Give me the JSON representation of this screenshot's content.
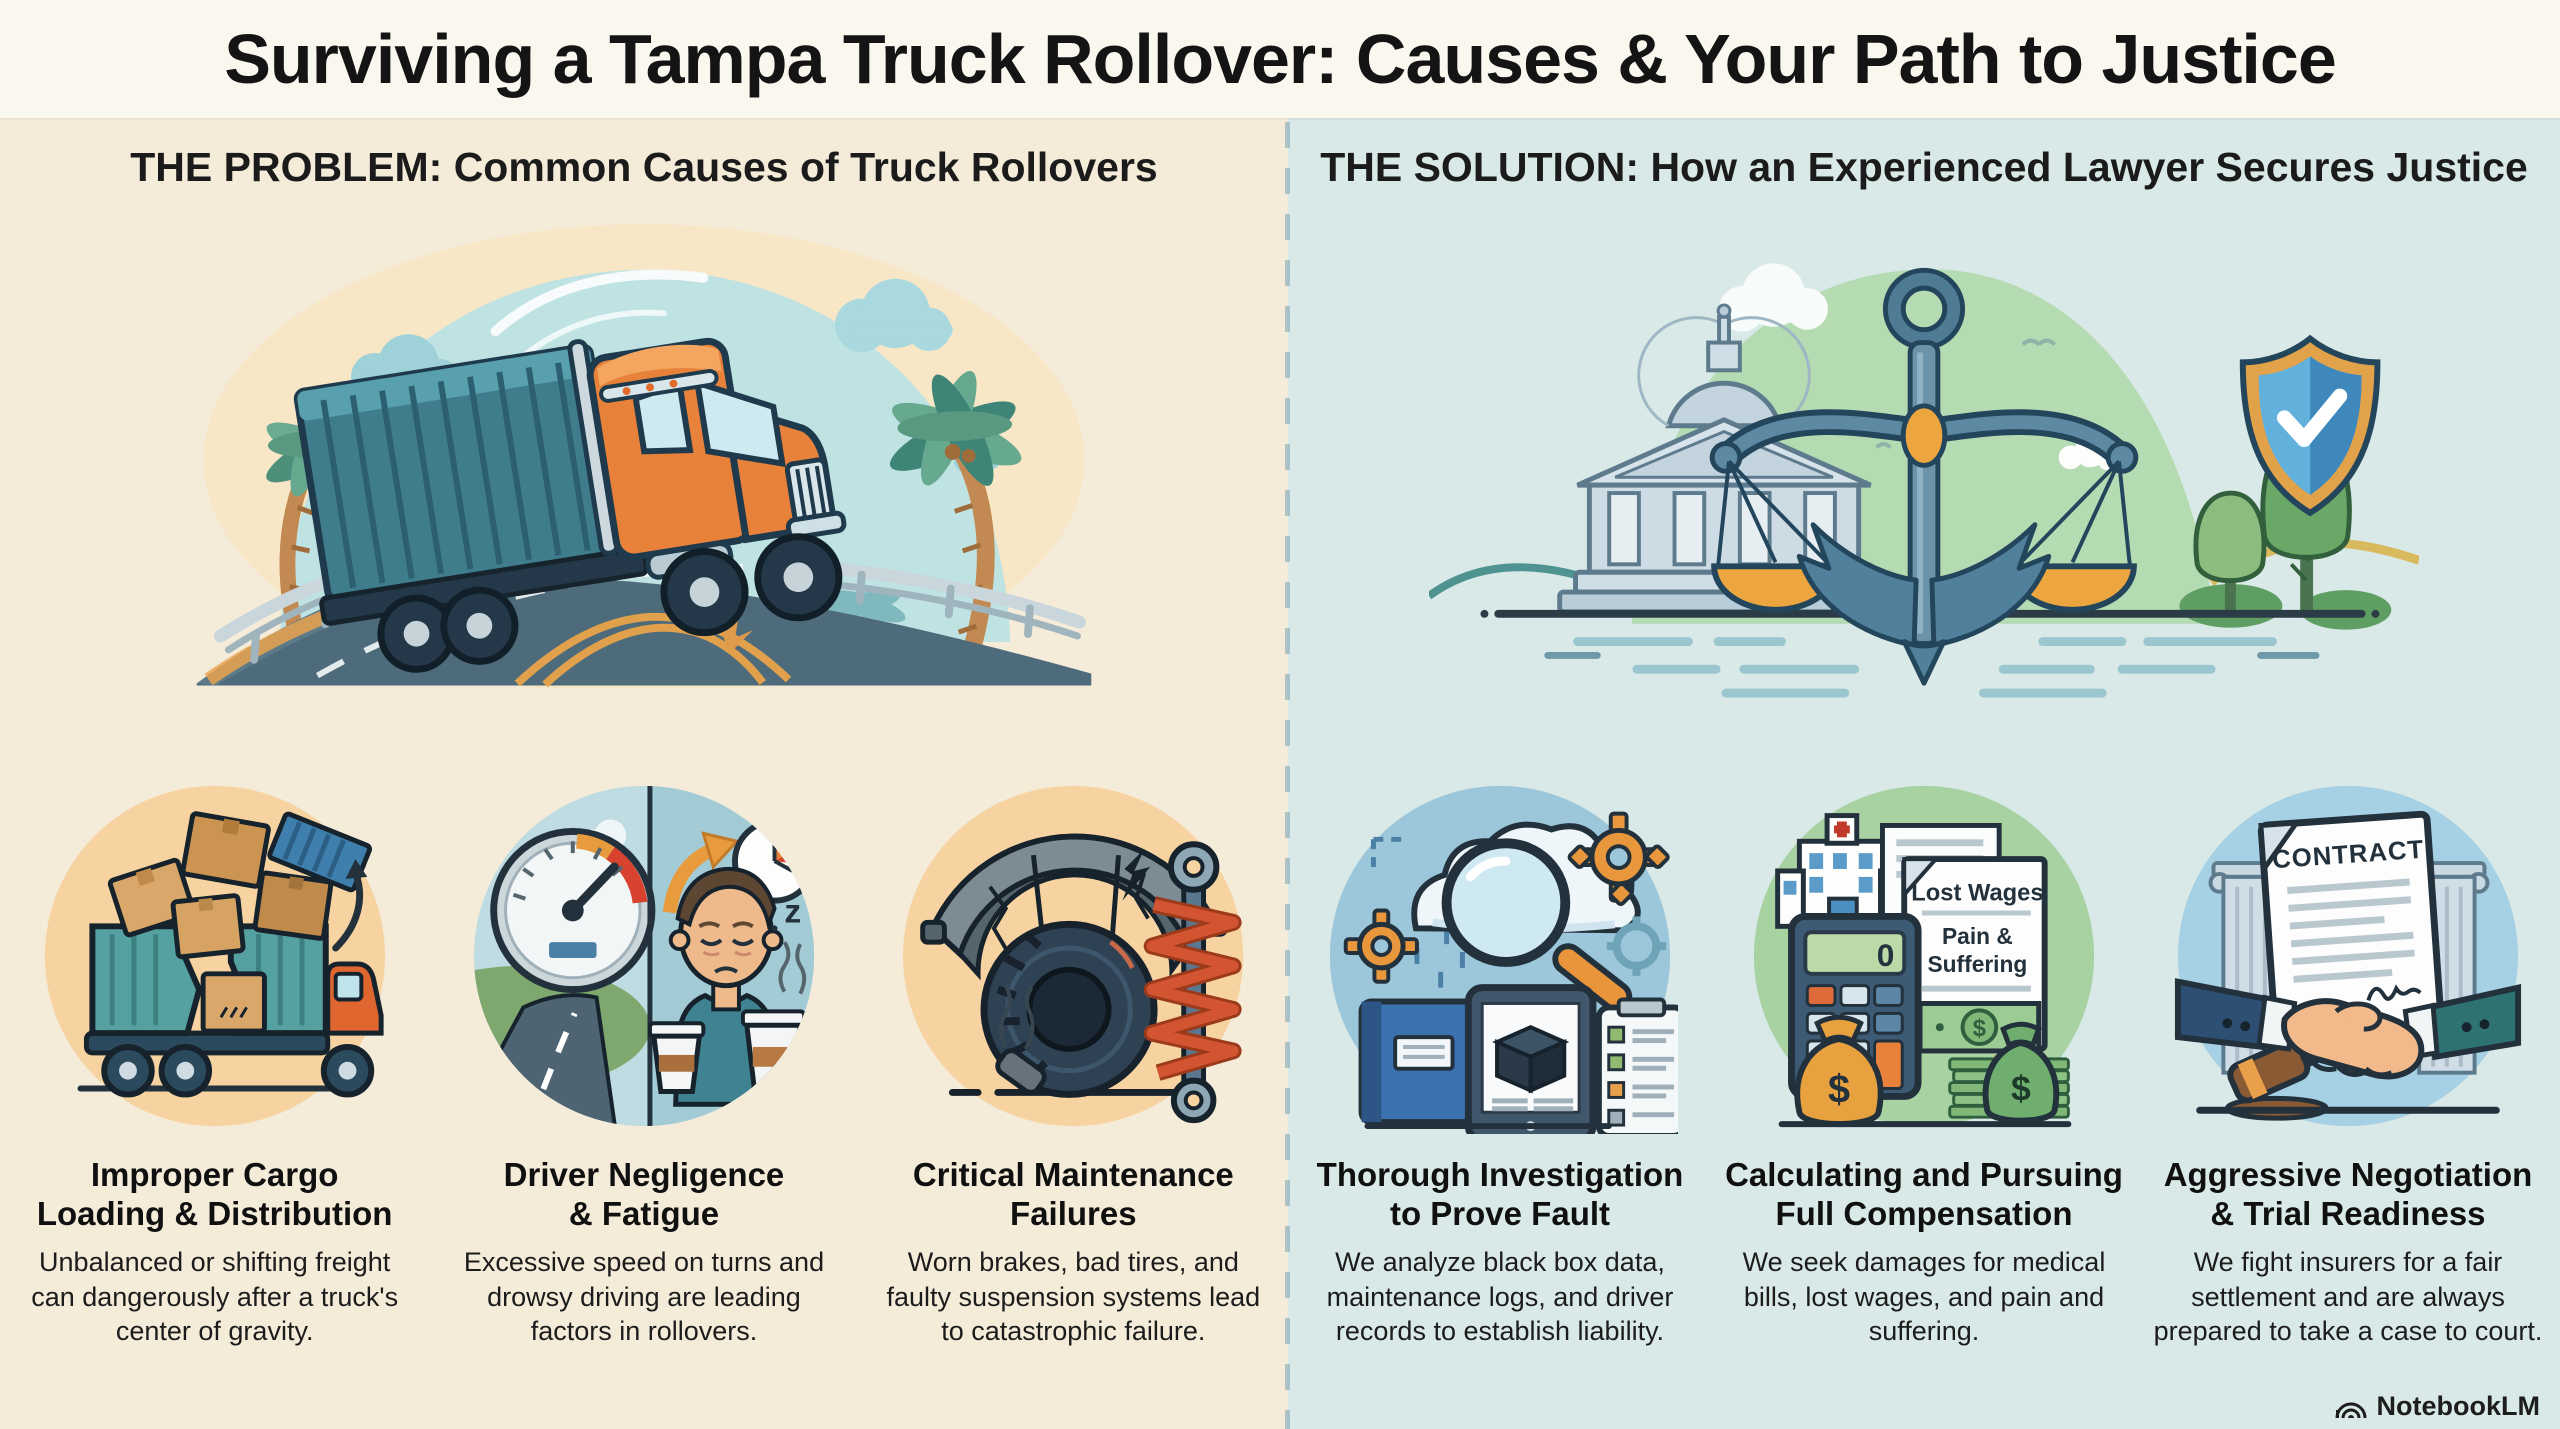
{
  "page": {
    "title": "Surviving a Tampa Truck Rollover: Causes & Your Path to Justice",
    "watermark": "NotebookLM"
  },
  "problem": {
    "header": "THE PROBLEM: Common Causes of Truck Rollovers",
    "items": [
      {
        "title1": "Improper Cargo",
        "title2": "Loading & Distribution",
        "body": "Unbalanced or shifting freight can dangerously after a truck's center of gravity."
      },
      {
        "title1": "Driver Negligence",
        "title2": "& Fatigue",
        "body": "Excessive speed on turns and drowsy driving are leading factors in rollovers."
      },
      {
        "title1": "Critical Maintenance",
        "title2": "Failures",
        "body": "Worn brakes, bad tires, and faulty suspension systems lead to catastrophic failure."
      }
    ]
  },
  "solution": {
    "header": "THE SOLUTION: How an Experienced Lawyer Secures Justice",
    "items": [
      {
        "title1": "Thorough Investigation",
        "title2": "to Prove Fault",
        "body": "We analyze black box data, maintenance logs, and driver records to establish liability."
      },
      {
        "title1": "Calculating and Pursuing",
        "title2": "Full Compensation",
        "body": "We seek damages for medical bills, lost wages, and pain and suffering."
      },
      {
        "title1": "Aggressive Negotiation",
        "title2": "& Trial Readiness",
        "body": "We fight insurers for a fair settlement and are always prepared to take a case to court."
      }
    ]
  },
  "icons": {
    "doc_lost_wages": "Lost Wages",
    "doc_pain_line1": "Pain &",
    "doc_pain_line2": "Suffering",
    "calculator_display": "0",
    "contract_title": "CONTRACT",
    "sleep_z": "z"
  },
  "colors": {
    "title_band_bg": "#faf7ef",
    "problem_bg": "#f4ebd9",
    "solution_bg": "#d9e9e7",
    "heading_text": "#141414",
    "cargo_circle": "#f6d3a0",
    "fatigue_circle": "#bfdce2",
    "maintenance_circle": "#f6d3a0",
    "investigation_circle": "#9cc6da",
    "compensation_circle": "#a9d2a2",
    "negotiation_circle": "#a6d0e4",
    "truck_cab_orange": "#e8823b",
    "trailer_teal": "#3f7d8d",
    "justice_slate": "#4f7b94",
    "pan_orange": "#eda63f"
  }
}
